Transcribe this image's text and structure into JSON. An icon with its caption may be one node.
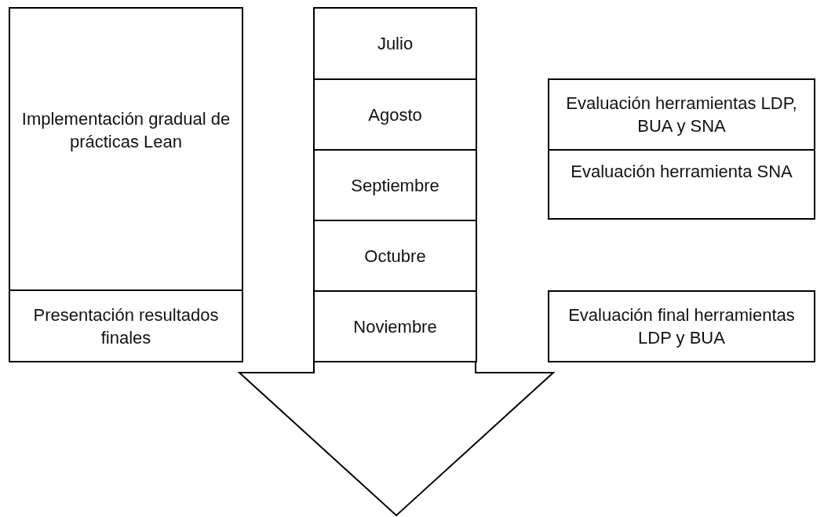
{
  "diagram": {
    "nodes": [
      {
        "text": [
          "Implementación gradual de prácticas Lean"
        ]
      },
      {
        "text": [
          "Presentación resultados finales"
        ]
      },
      {
        "text": [
          "Julio"
        ]
      },
      {
        "text": [
          "Agosto"
        ]
      },
      {
        "text": [
          "Septiembre"
        ]
      },
      {
        "text": [
          "Octubre"
        ]
      },
      {
        "text": [
          "Noviembre"
        ]
      },
      {
        "text": [
          "Evaluación herramientas LDP, BUA y SNA"
        ]
      },
      {
        "text": [
          "Evaluación herramienta SNA"
        ]
      },
      {
        "text": [
          "Evaluación final herramientas LDP y BUA"
        ]
      }
    ],
    "edges": []
  }
}
